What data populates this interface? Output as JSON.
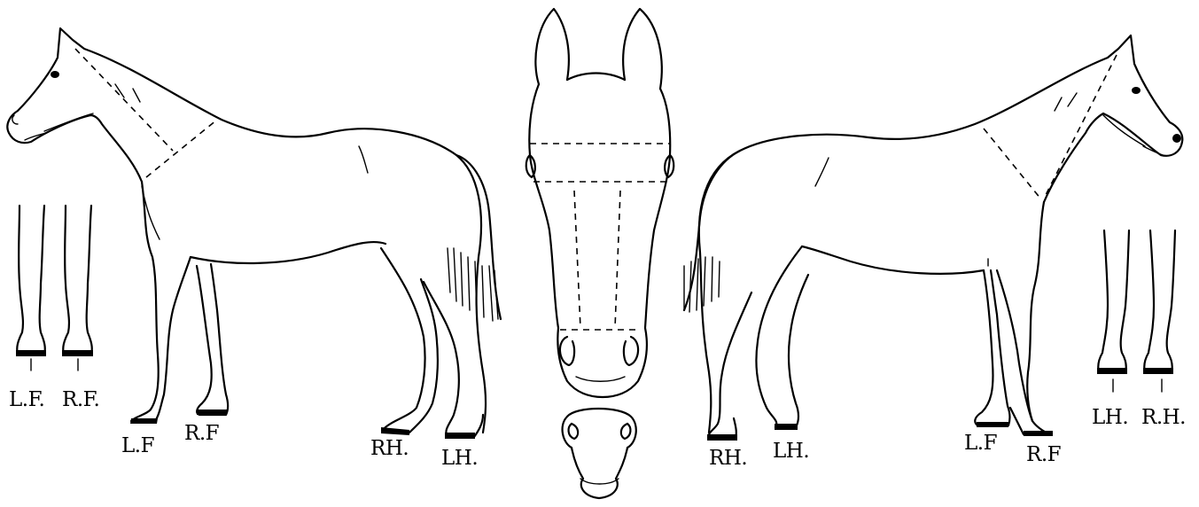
{
  "labels": {
    "left_view": {
      "left_fore": "L.F",
      "right_fore": "R.F",
      "right_hind": "RH.",
      "left_hind": "LH."
    },
    "left_legs_detail": {
      "left_fore": "L.F.",
      "right_fore": "R.F."
    },
    "right_view": {
      "right_hind": "RH.",
      "left_hind": "LH.",
      "left_fore": "L.F",
      "right_fore": "R.F"
    },
    "right_legs_detail": {
      "left_hind": "LH.",
      "right_hind": "R.H."
    }
  }
}
